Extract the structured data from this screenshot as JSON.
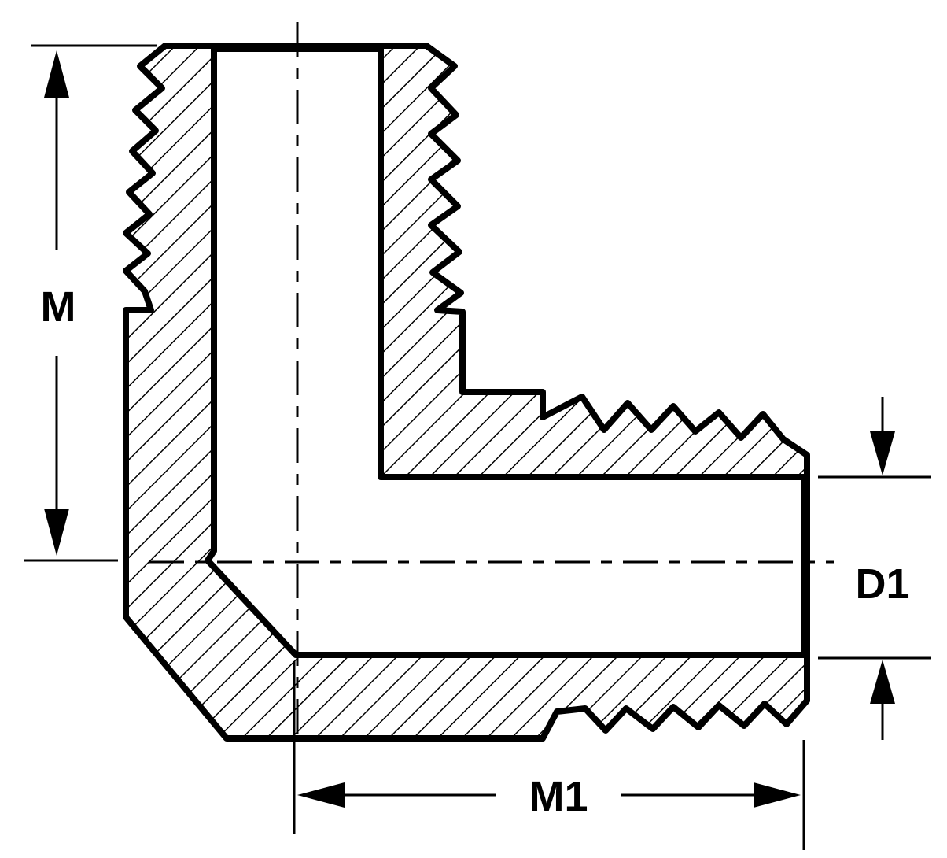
{
  "labels": {
    "m": "M",
    "m1": "M1",
    "d1": "D1"
  },
  "colors": {
    "line": "#000000",
    "background": "#ffffff"
  }
}
